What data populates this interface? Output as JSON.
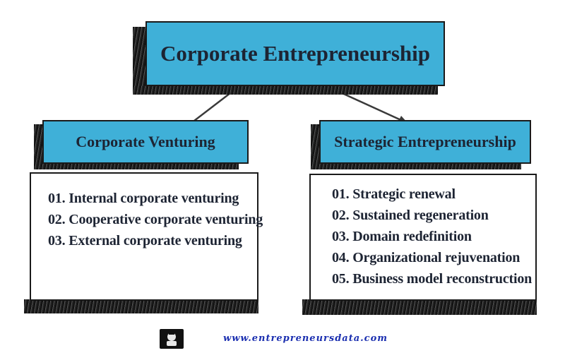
{
  "root": {
    "title": "Corporate Entrepreneurship"
  },
  "left": {
    "title": "Corporate Venturing",
    "items": [
      "01. Internal corporate venturing",
      "02. Cooperative corporate venturing",
      "03. External corporate venturing"
    ]
  },
  "right": {
    "title": "Strategic Entrepreneurship",
    "items": [
      "01. Strategic renewal",
      "02. Sustained regeneration",
      "03. Domain redefinition",
      "04. Organizational rejuvenation",
      "05. Business model reconstruction"
    ]
  },
  "footer": {
    "url": "www.entrepreneursdata.com",
    "logo_icon": "entrepreneur-logo-icon"
  },
  "colors": {
    "box_fill": "#3fb0d8",
    "text": "#1d2433",
    "url": "#1b2fb0",
    "shadow": "#1c1c1c"
  }
}
